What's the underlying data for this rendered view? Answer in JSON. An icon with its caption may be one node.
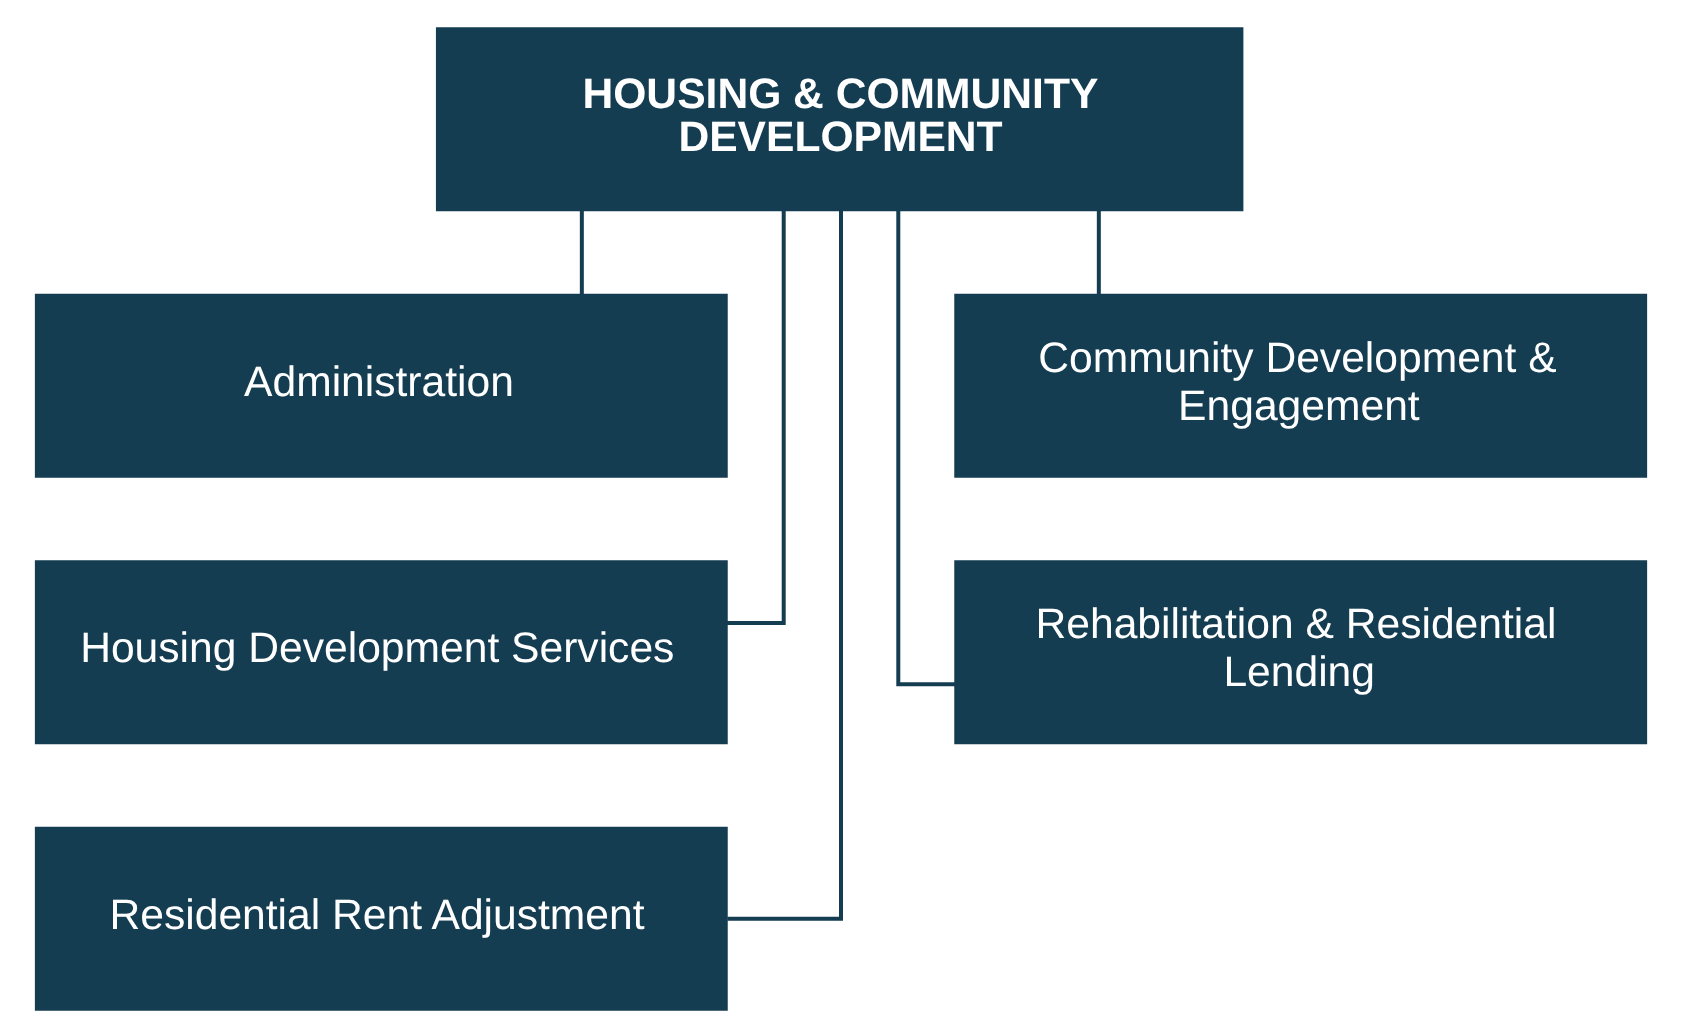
{
  "diagram": {
    "nodes": [
      {
        "text": [
          "HOUSING & COMMUNITY DEVELOPMENT"
        ]
      },
      {
        "text": [
          "Administration"
        ]
      },
      {
        "text": [
          "Community Development & Engagement"
        ]
      },
      {
        "text": [
          "Housing Development Services"
        ]
      },
      {
        "text": [
          "Rehabilitation & Residential Lending"
        ]
      },
      {
        "text": [
          "Residential Rent Adjustment"
        ]
      }
    ],
    "edges": [
      {
        "from": 0,
        "to": 1,
        "arrow": "none"
      },
      {
        "from": 0,
        "to": 2,
        "arrow": "none"
      },
      {
        "from": 0,
        "to": 3,
        "arrow": "none"
      },
      {
        "from": 0,
        "to": 4,
        "arrow": "none"
      },
      {
        "from": 0,
        "to": 5,
        "arrow": "none"
      }
    ]
  }
}
